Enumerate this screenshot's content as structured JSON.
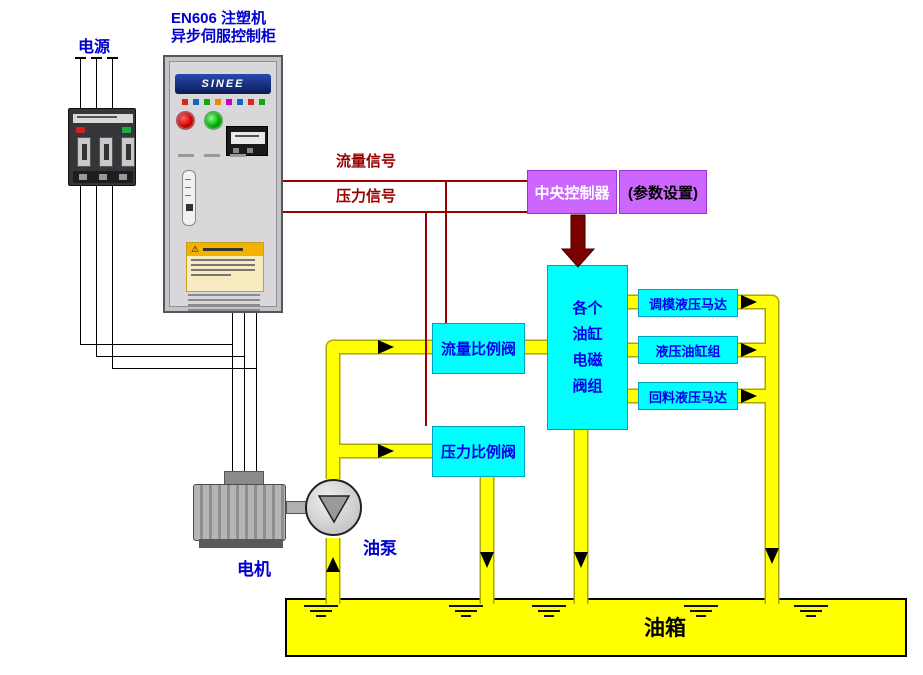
{
  "title": {
    "line1": "EN606 注塑机",
    "line2": "异步伺服控制柜"
  },
  "power": {
    "label": "电源"
  },
  "cabinet": {
    "brand": "SINEE",
    "warning_icon": "⚠"
  },
  "signals": {
    "flow": "流量信号",
    "pressure": "压力信号"
  },
  "controller": {
    "label": "中央控制器",
    "params": "(参数设置)"
  },
  "valves": {
    "flow": "流量比例阀",
    "pressure": "压力比例阀"
  },
  "valve_group": {
    "lines": [
      "各个",
      "油缸",
      "电磁",
      "阀组"
    ]
  },
  "actuators": [
    {
      "label": "调模液压马达"
    },
    {
      "label": "液压油缸组"
    },
    {
      "label": "回料液压马达"
    }
  ],
  "machine": {
    "motor": "电机",
    "pump": "油泵",
    "tank": "油箱"
  },
  "colors": {
    "pipe_yellow": "#FFFF00",
    "component_cyan": "#00FFFF",
    "controller_violet": "#CC66FF",
    "signal_line": "#990000",
    "label_blue": "#0000CC",
    "command_arrow": "#7B0000"
  }
}
